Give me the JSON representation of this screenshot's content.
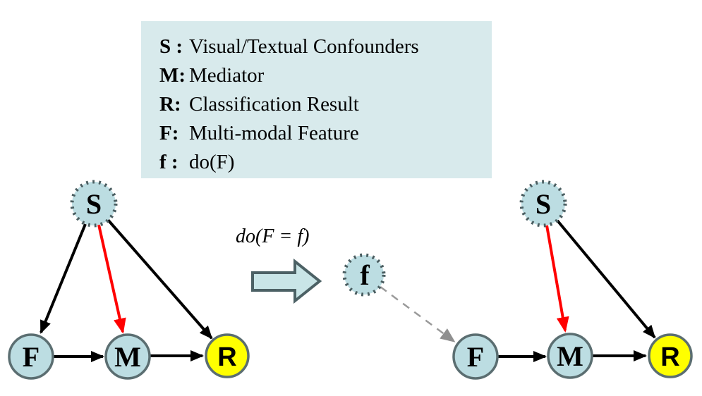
{
  "legend": {
    "items": [
      {
        "key": "S :",
        "desc": "Visual/Textual Confounders"
      },
      {
        "key": "M:",
        "desc": "Mediator"
      },
      {
        "key": "R:",
        "desc": "Classification Result"
      },
      {
        "key": "F:",
        "desc": "Multi-modal Feature"
      },
      {
        "key": "f :",
        "desc": "do(F)"
      }
    ]
  },
  "intervention_label": "do(F = f)",
  "nodes": {
    "left_S": "S",
    "left_F": "F",
    "left_M": "M",
    "left_R": "R",
    "right_S": "S",
    "right_F": "F",
    "right_M": "M",
    "right_R": "R",
    "f": "f"
  },
  "structure": {
    "left_graph_edges": [
      {
        "from": "S",
        "to": "F",
        "style": "black-solid"
      },
      {
        "from": "S",
        "to": "M",
        "style": "red-solid"
      },
      {
        "from": "S",
        "to": "R",
        "style": "black-solid"
      },
      {
        "from": "F",
        "to": "M",
        "style": "black-solid"
      },
      {
        "from": "M",
        "to": "R",
        "style": "black-solid"
      }
    ],
    "right_graph_edges": [
      {
        "from": "S",
        "to": "M",
        "style": "red-solid"
      },
      {
        "from": "S",
        "to": "R",
        "style": "black-solid"
      },
      {
        "from": "F",
        "to": "M",
        "style": "black-solid"
      },
      {
        "from": "M",
        "to": "R",
        "style": "black-solid"
      },
      {
        "from": "f",
        "to": "F",
        "style": "gray-dashed"
      }
    ],
    "transformation": "do(F = f) removes edge S to F"
  },
  "colors": {
    "node_fill": "#bcdde2",
    "node_stroke": "#5b6e71",
    "dotted_node_stroke": "#4a5d60",
    "result_node_fill": "#ffff00",
    "red_edge": "#ff0000",
    "black_edge": "#000000",
    "dashed_edge_gray": "#9a9a9a",
    "legend_background": "#d8eaec",
    "block_arrow_fill": "#c9e5e7",
    "block_arrow_stroke": "#4c6165"
  }
}
